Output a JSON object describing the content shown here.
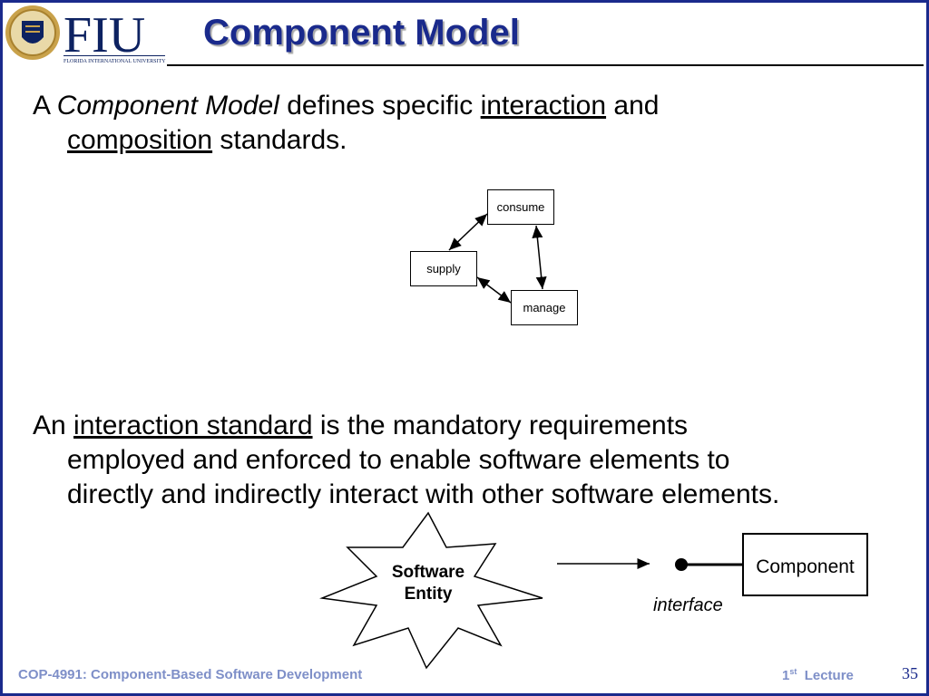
{
  "header": {
    "title": "Component Model",
    "logo_text": "FIU",
    "logo_subtext": "FLORIDA INTERNATIONAL UNIVERSITY",
    "logo_seal_icon": "university-seal-icon"
  },
  "bullet1": {
    "lead": "A ",
    "term": "Component Model",
    "mid": " defines specific ",
    "word1": "interaction",
    "and": " and",
    "word2": "composition",
    "tail": " standards."
  },
  "diagram": {
    "nodes": [
      "consume",
      "supply",
      "manage"
    ]
  },
  "bullet2": {
    "lead": "An ",
    "term": "interaction standard",
    "line1_rest": " is the mandatory requirements",
    "line2": "employed and enforced to enable software elements to",
    "line3": "directly and indirectly interact with other software elements."
  },
  "interaction_figure": {
    "entity_line1": "Software",
    "entity_line2": "Entity",
    "component_label": "Component",
    "interface_label": "interface"
  },
  "footer": {
    "course": "COP-4991: Component-Based Software Development",
    "lecture_num": "1",
    "lecture_sup": "st",
    "lecture_word": "Lecture",
    "slide_number": "35"
  },
  "colors": {
    "title": "#1a2a8c",
    "frame": "#1a2a8c",
    "footer": "#7e8fc8",
    "logo_gold": "#c9a24b"
  }
}
